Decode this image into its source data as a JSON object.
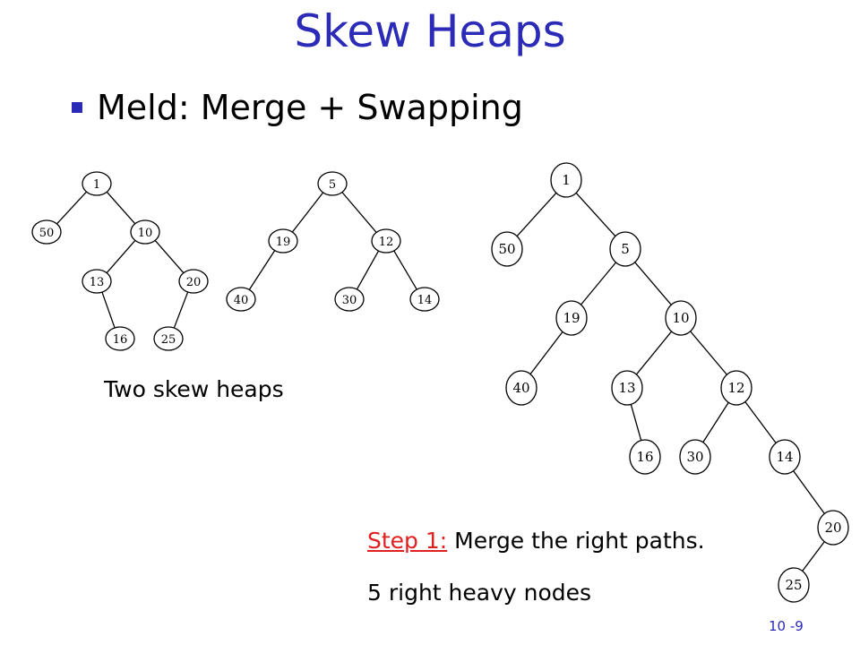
{
  "title": "Skew Heaps",
  "bullet": "Meld: Merge + Swapping",
  "caption_two_heaps": "Two skew heaps",
  "step_label": "Step 1:",
  "step_text": " Merge the right paths.",
  "note": "5 right heavy nodes",
  "slide_number": "10 -9",
  "heap_a": {
    "nodes": [
      "1",
      "50",
      "10",
      "13",
      "20",
      "16",
      "25"
    ],
    "edges": [
      [
        "1",
        "50"
      ],
      [
        "1",
        "10"
      ],
      [
        "10",
        "13"
      ],
      [
        "10",
        "20"
      ],
      [
        "13",
        "16"
      ],
      [
        "20",
        "25"
      ]
    ]
  },
  "heap_b": {
    "nodes": [
      "5",
      "19",
      "12",
      "40",
      "30",
      "14"
    ],
    "edges": [
      [
        "5",
        "19"
      ],
      [
        "5",
        "12"
      ],
      [
        "19",
        "40"
      ],
      [
        "12",
        "30"
      ],
      [
        "12",
        "14"
      ]
    ]
  },
  "merged": {
    "nodes": [
      "1",
      "50",
      "5",
      "19",
      "10",
      "40",
      "13",
      "12",
      "16",
      "30",
      "14",
      "20",
      "25"
    ],
    "edges": [
      [
        "1",
        "50"
      ],
      [
        "1",
        "5"
      ],
      [
        "5",
        "19"
      ],
      [
        "5",
        "10"
      ],
      [
        "19",
        "40"
      ],
      [
        "10",
        "13"
      ],
      [
        "10",
        "12"
      ],
      [
        "13",
        "16"
      ],
      [
        "12",
        "30"
      ],
      [
        "12",
        "14"
      ],
      [
        "14",
        "20"
      ],
      [
        "20",
        "25"
      ]
    ]
  }
}
